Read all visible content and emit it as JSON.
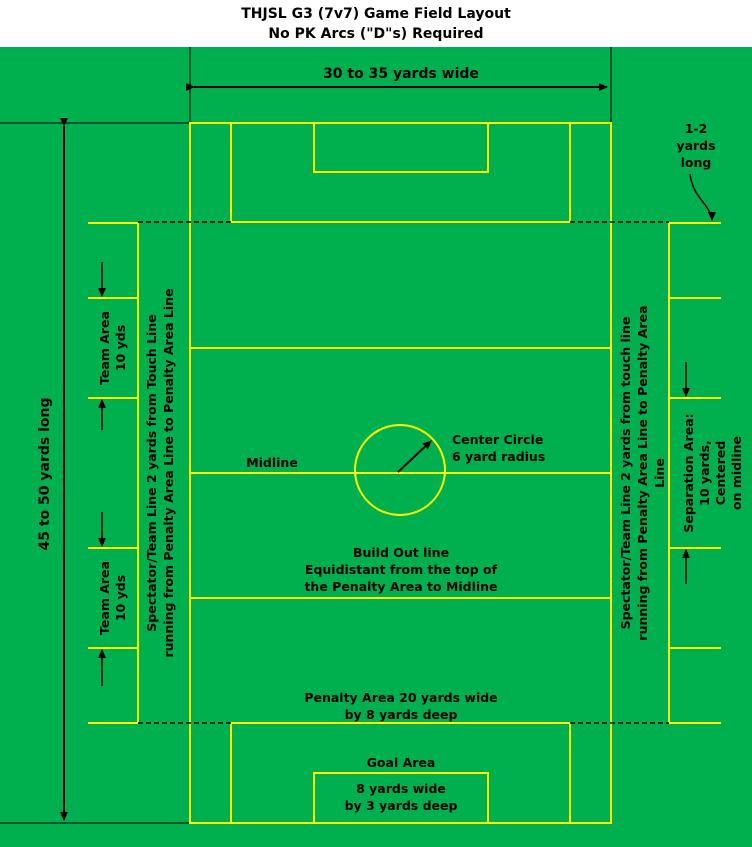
{
  "title": {
    "line1": "THJSL G3 (7v7) Game Field Layout",
    "line2": "No PK Arcs (\"D\"s) Required"
  },
  "colors": {
    "field": "#00b04f",
    "lines": "#ffff00",
    "dashed": "#000000",
    "text": "#000000"
  },
  "labels": {
    "width": "30 to 35 yards wide",
    "length": "45 to 50 yards long",
    "bench_length": [
      "1-2",
      "yards",
      "long"
    ],
    "team_area_1": [
      "Team Area",
      "10 yds"
    ],
    "team_area_2": [
      "Team Area",
      "10 yds"
    ],
    "spectator_left": [
      "Spectator/Team Line 2 yards from Touch Line",
      "running from Penalty Area Line to Penalty Area Line"
    ],
    "spectator_right": [
      "Spectator/Team Line 2 yards from touch line",
      "running from Penalty Area Line to Penalty Area",
      "Line"
    ],
    "separation": [
      "Separation Area:",
      "10 yards,",
      "Centered",
      "on midline"
    ],
    "midline": "Midline",
    "center_circle": [
      "Center Circle",
      "6 yard radius"
    ],
    "build_out": [
      "Build Out line",
      "Equidistant from the top of",
      "the Penalty Area to Midline"
    ],
    "penalty_area": [
      "Penalty Area 20 yards wide",
      "by 8 yards deep"
    ],
    "goal_area_title": "Goal Area",
    "goal_area": [
      "8 yards wide",
      "by 3 yards deep"
    ]
  }
}
